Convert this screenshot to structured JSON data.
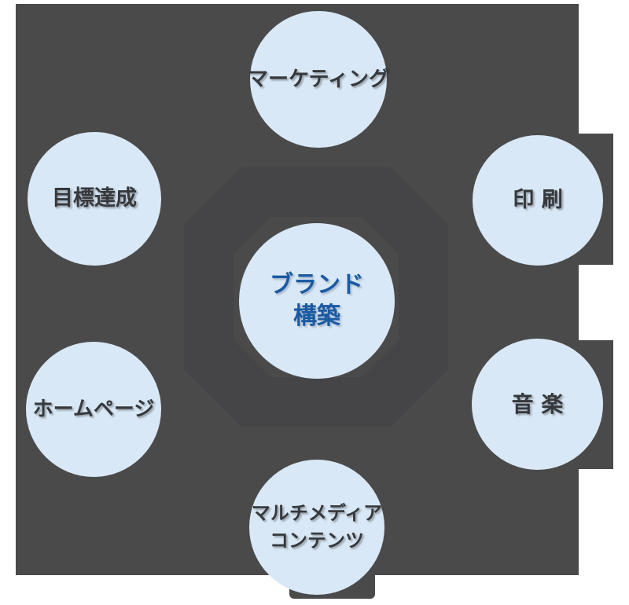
{
  "colors": {
    "page_background": "#FFFFFF",
    "diagram_background": "#4A4A4A",
    "node_fill": "#D9E8F6",
    "node_text": "#35383C",
    "center_text": "#1A5AA2",
    "watermark": "#454446"
  },
  "diagram": {
    "center": {
      "id": "brand-building",
      "label": "ブランド\n構築"
    },
    "nodes": [
      {
        "id": "marketing",
        "label": "マーケティング",
        "position": "top"
      },
      {
        "id": "goal-achievement",
        "label": "目標達成",
        "position": "upper-left"
      },
      {
        "id": "print",
        "label": "印 刷",
        "position": "upper-right"
      },
      {
        "id": "homepage",
        "label": "ホームページ",
        "position": "lower-left"
      },
      {
        "id": "music",
        "label": "音 楽",
        "position": "lower-right"
      },
      {
        "id": "multimedia-content",
        "label": "マルチメディア\nコンテンツ",
        "position": "bottom"
      }
    ]
  }
}
